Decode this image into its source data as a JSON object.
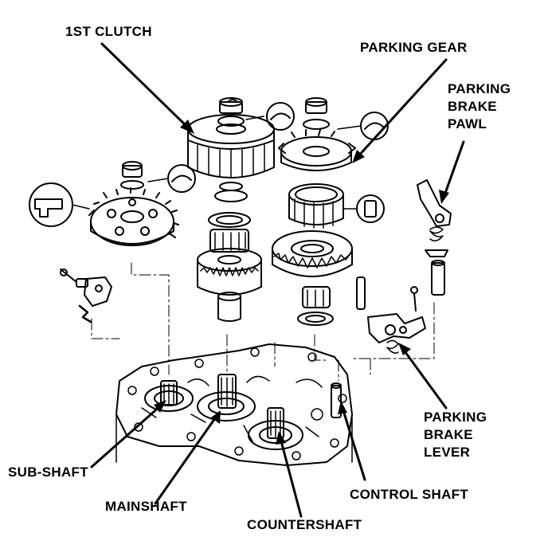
{
  "labels": {
    "first_clutch": "1ST CLUTCH",
    "parking_gear": "PARKING GEAR",
    "parking_brake_pawl": [
      "PARKING",
      "BRAKE",
      "PAWL"
    ],
    "parking_brake_lever": [
      "PARKING",
      "BRAKE",
      "LEVER"
    ],
    "sub_shaft": "SUB-SHAFT",
    "mainshaft": "MAINSHAFT",
    "countershaft": "COUNTERSHAFT",
    "control_shaft": "CONTROL SHAFT"
  },
  "colors": {
    "ink": "#000000",
    "paper": "#ffffff"
  }
}
